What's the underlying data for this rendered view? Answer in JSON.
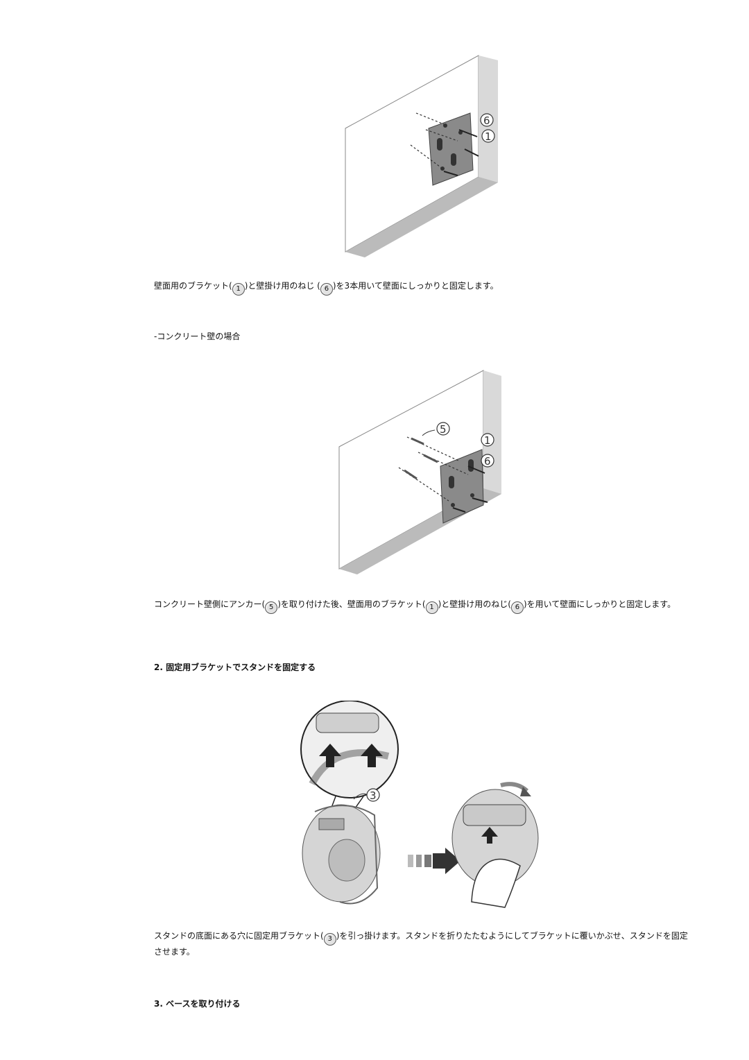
{
  "section1": {
    "caption1": {
      "p1": "壁面用のブラケット(",
      "m1": "1",
      "p2": ")と壁掛け用のねじ (",
      "m2": "6",
      "p3": ")を3本用いて壁面にしっかりと固定します。"
    },
    "concrete_label": "-コンクリート壁の場合",
    "caption2": {
      "p1": "コンクリート壁側にアンカー(",
      "m1": "5",
      "p2": ")を取り付けた後、壁面用のブラケット(",
      "m2": "1",
      "p3": ")と壁掛け用のねじ(",
      "m3": "6",
      "p4": ")を用いて壁面にしっかりと固定します。"
    }
  },
  "section2": {
    "heading": "2.  固定用ブラケットでスタンドを固定する",
    "caption": {
      "p1": "スタンドの底面にある穴に固定用ブラケット(",
      "m1": "3",
      "p2": ")を引っ掛けます。スタンドを折りたたむようにしてブラケットに覆いかぶせ、スタンドを固定させます。"
    }
  },
  "section3": {
    "heading": "3.  ベースを取り付ける"
  },
  "figures": {
    "fig1_callouts": [
      "6",
      "1"
    ],
    "fig2_callouts": [
      "5",
      "1",
      "6"
    ],
    "fig3_callouts": [
      "3"
    ]
  }
}
